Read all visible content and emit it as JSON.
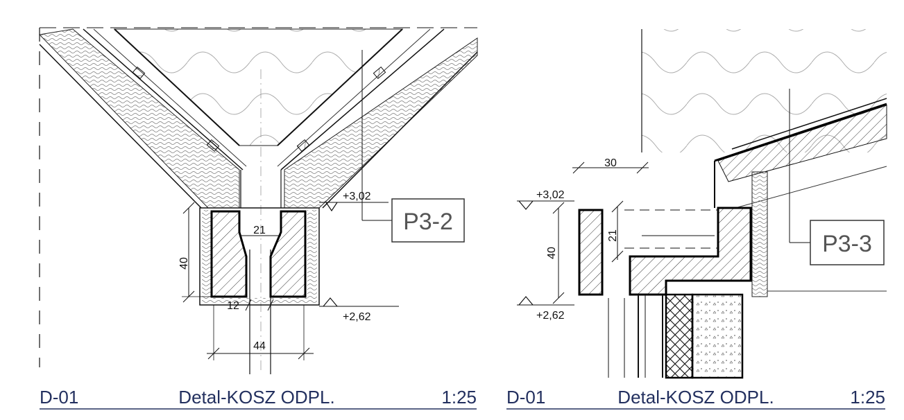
{
  "colors": {
    "title_text": "#23305f",
    "line": "#111111",
    "tag_text": "#555555",
    "thin_line": "#888888"
  },
  "left_detail": {
    "tag": "P3-2",
    "level_top": "+3,02",
    "level_bottom": "+2,62",
    "dim_height": "40",
    "dim_opening": "21",
    "dim_pipe": "12",
    "dim_width": "44",
    "title": {
      "code": "D-01",
      "name": "Detal-KOSZ ODPL.",
      "scale": "1:25"
    }
  },
  "right_detail": {
    "tag": "P3-3",
    "level_top": "+3,02",
    "level_bottom": "+2,62",
    "dim_height": "40",
    "dim_opening": "21",
    "dim_offset": "30",
    "title": {
      "code": "D-01",
      "name": "Detal-KOSZ ODPL.",
      "scale": "1:25"
    }
  }
}
